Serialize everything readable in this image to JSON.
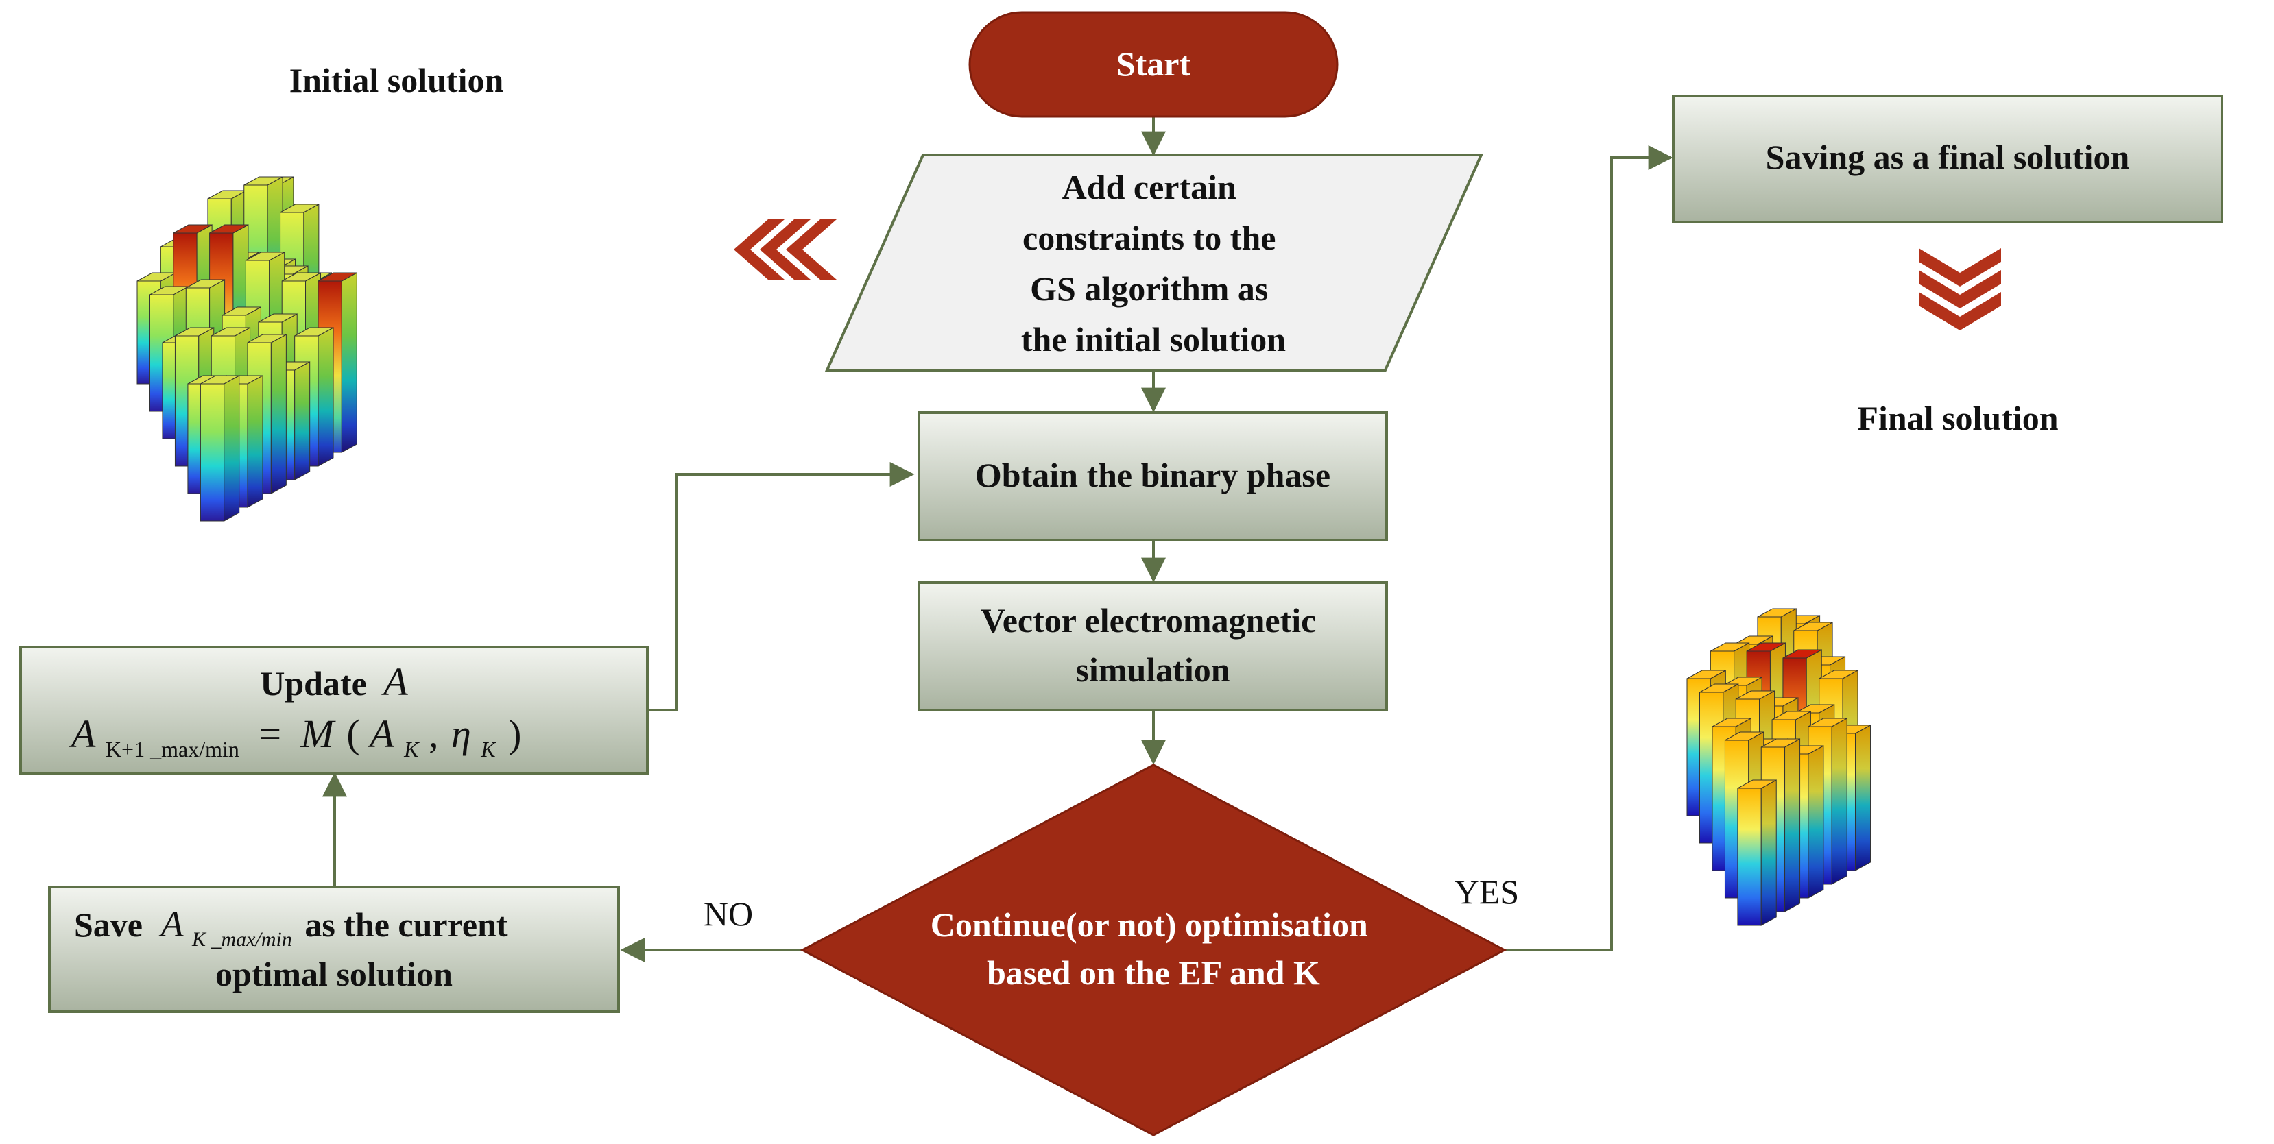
{
  "colors": {
    "brand_red": "#9e2a14",
    "box_border": "#5e7148",
    "box_fill_top": "#f2f4ef",
    "box_fill_bottom": "#a9b3a0",
    "parallelogram_fill": "#f1f1f1",
    "connector": "#5e7148"
  },
  "start": {
    "label": "Start"
  },
  "input": {
    "lines": [
      "Add certain",
      "constraints to the",
      "GS algorithm as",
      "the initial solution"
    ]
  },
  "binary": {
    "label": "Obtain the binary phase"
  },
  "simulation": {
    "lines": [
      "Vector electromagnetic",
      "simulation"
    ]
  },
  "decision": {
    "lines": [
      "Continue(or not) optimisation",
      "based on the EF and K"
    ]
  },
  "save_current": {
    "prefix": "Save",
    "symbol": "A",
    "subscript": "K _max/min",
    "suffix": "as the current",
    "line2": "optimal solution"
  },
  "update": {
    "line1_text": "Update",
    "line1_symbol": "A",
    "lhs_symbol": "A",
    "lhs_subscript": "K+1 _max/min",
    "equals": "=",
    "func": "M",
    "open": "(",
    "arg1": "A",
    "arg1_sub": "K",
    "comma": ",",
    "arg2": "η",
    "arg2_sub": "K",
    "close": ")"
  },
  "final_box": {
    "label": "Saving as a final solution"
  },
  "labels": {
    "no": "NO",
    "yes": "YES"
  },
  "initial_plot": {
    "title": "Initial solution"
  },
  "final_plot": {
    "title": "Final solution"
  },
  "icons": {
    "left_chevrons": "triple-chevron-left-icon",
    "down_chevrons": "triple-chevron-down-icon"
  }
}
